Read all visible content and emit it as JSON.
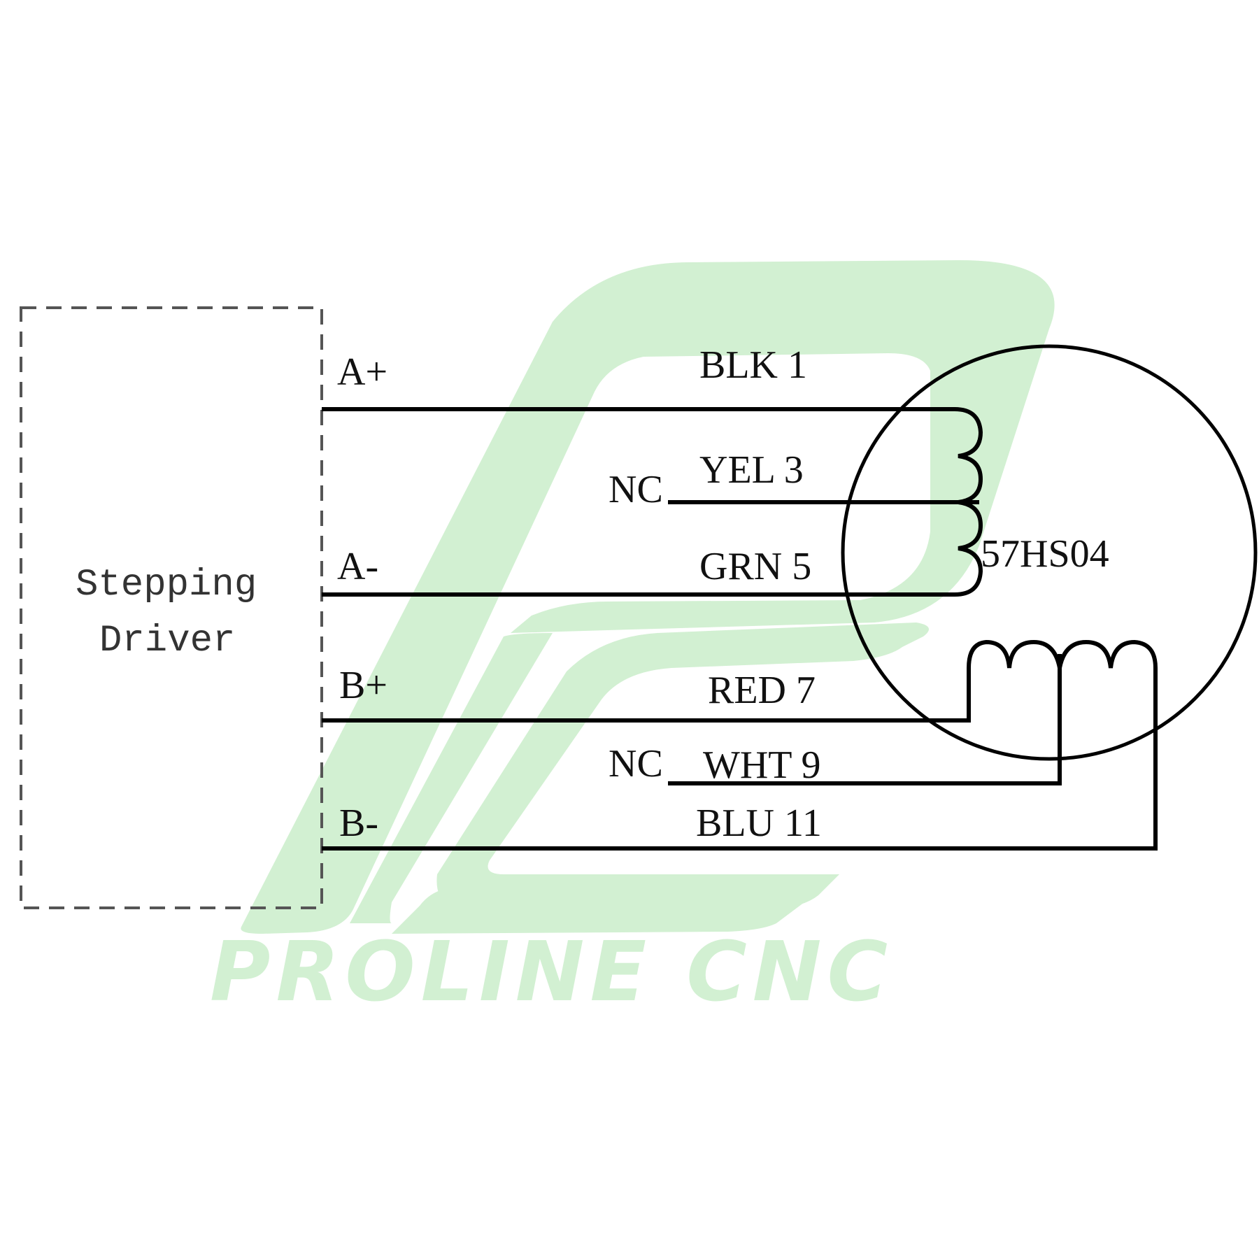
{
  "driver": {
    "label_line1": "Stepping",
    "label_line2": "Driver",
    "terminals": [
      "A+",
      "A-",
      "B+",
      "B-"
    ]
  },
  "motor": {
    "model": "57HS04"
  },
  "wires": [
    {
      "color": "BLK",
      "pin": "1",
      "label": "BLK 1"
    },
    {
      "color": "YEL",
      "pin": "3",
      "label": "YEL 3",
      "nc": "NC"
    },
    {
      "color": "GRN",
      "pin": "5",
      "label": "GRN 5"
    },
    {
      "color": "RED",
      "pin": "7",
      "label": "RED 7"
    },
    {
      "color": "WHT",
      "pin": "9",
      "label": "WHT 9",
      "nc": "NC"
    },
    {
      "color": "BLU",
      "pin": "11",
      "label": "BLU 11"
    }
  ],
  "watermark": {
    "text": "PROLINE CNC",
    "color": "#d2f0d2"
  }
}
